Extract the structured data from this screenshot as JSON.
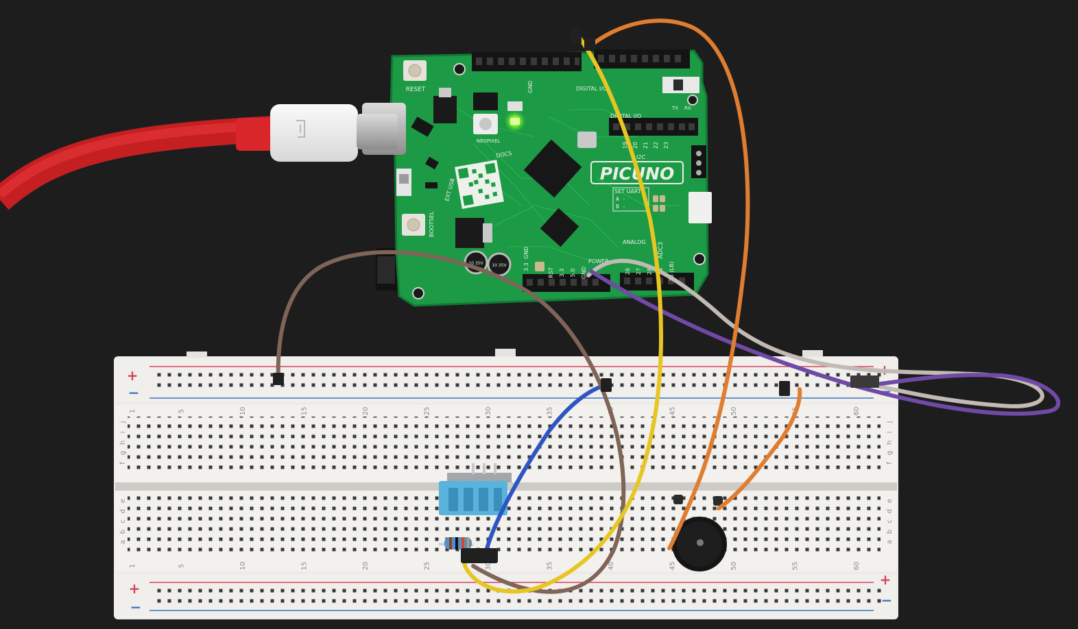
{
  "board": {
    "name": "PICUNO",
    "labels": {
      "reset": "RESET",
      "bootsel": "BOOTSEL",
      "ext_usb": "EXT USB",
      "docs": "DOCS",
      "neopixel": "NEOPIXEL",
      "power": "POWER",
      "analog": "ANALOG",
      "adc3": "ADC3",
      "digital_top": "DIGITAL I/O",
      "digital_mid": "DIGITAL I/O",
      "i2c": "I2C",
      "set_uart": "SET UART",
      "uart_a": "A -",
      "uart_b": "B -",
      "gnd": "GND",
      "v33": "3.3",
      "gnd_top": "GND",
      "tx": "TX",
      "rx": "RX",
      "pwr_pin_labels": [
        "RST",
        "3.3",
        "5.0",
        "GND"
      ],
      "analog_pins": [
        "26",
        "27",
        "28",
        "24",
        "25 (LB)"
      ],
      "mid_header_pins": [
        "19",
        "20",
        "21",
        "22",
        "23"
      ],
      "cap1": "10 35V",
      "cap2": "10 35V"
    }
  },
  "breadboard": {
    "column_numbers": [
      "1",
      "5",
      "10",
      "15",
      "20",
      "25",
      "30",
      "35",
      "40",
      "45",
      "50",
      "55",
      "60"
    ],
    "upper_rows": [
      "j",
      "i",
      "h",
      "g",
      "f"
    ],
    "lower_rows": [
      "e",
      "d",
      "c",
      "b",
      "a"
    ],
    "rail_plus": "+",
    "rail_minus": "−"
  },
  "colors": {
    "pcb": "#1c9a45",
    "usb_cable": "#e3292b",
    "wire_yellow": "#e7c623",
    "wire_orange": "#df7d30",
    "wire_brown": "#7f6457",
    "wire_purple": "#6f4aa6",
    "wire_gray": "#c2bab4",
    "wire_blue": "#2e55c4",
    "sensor_blue": "#59b3dc",
    "rail_red": "#d6435a",
    "rail_blue": "#3e74c2"
  }
}
